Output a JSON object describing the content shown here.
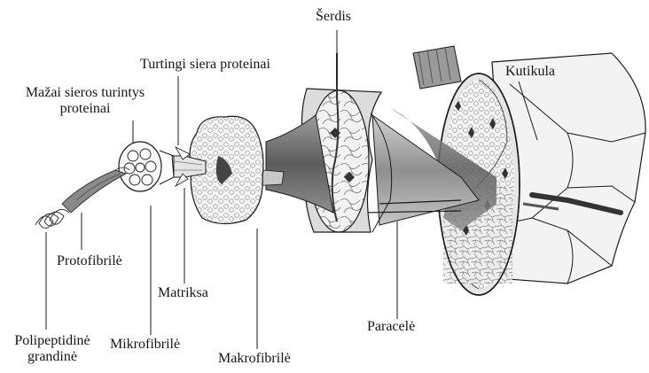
{
  "labels": {
    "serdis": "Šerdis",
    "turtingi": "Turtingi siera proteinai",
    "mazai_line1": "Mažai sieros turintys",
    "mazai_line2": "proteinai",
    "kutikula": "Kutikula",
    "protofibrile": "Protofibrilė",
    "matriksa": "Matriksa",
    "polipeptidine_line1": "Polipeptidinė",
    "polipeptidine_line2": "grandinė",
    "mikrofibrile": "Mikrofibrilė",
    "makrofibrile": "Makrofibrilė",
    "paracele": "Paracelė"
  },
  "colors": {
    "line": "#1a1a1a",
    "fiber_dark": "#6e6e6e",
    "fiber_mid": "#9a9a9a",
    "fiber_light": "#cfcfcf",
    "cortex": "#e9e9e9",
    "cuticle": "#f1f1f1",
    "protofibril_fill": "#8a8a8a"
  }
}
